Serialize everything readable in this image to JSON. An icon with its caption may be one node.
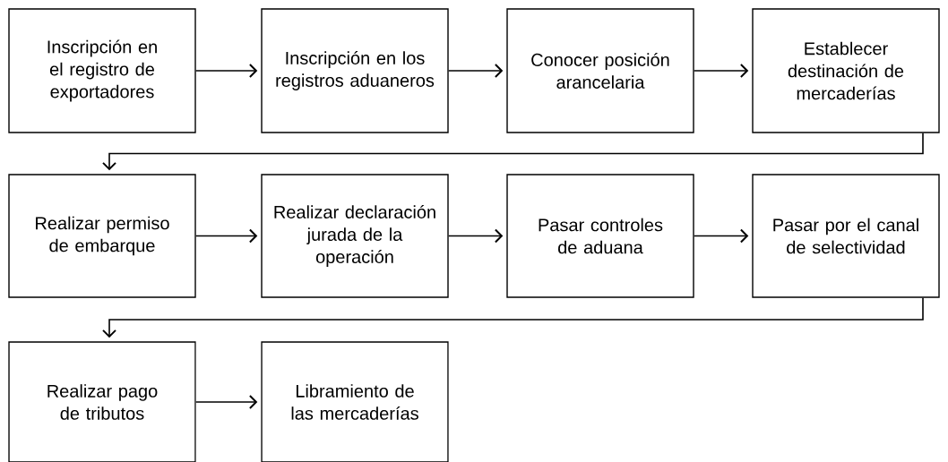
{
  "diagram": {
    "nodes": [
      {
        "text": [
          "Inscripción en el registro de exportadores"
        ]
      },
      {
        "text": [
          "Inscripción en los registros aduaneros"
        ]
      },
      {
        "text": [
          "Conocer posición arancelaria"
        ]
      },
      {
        "text": [
          "Establecer destinación de mercaderías"
        ]
      },
      {
        "text": [
          "Realizar permiso de embarque"
        ]
      },
      {
        "text": [
          "Realizar declaración jurada de la operación"
        ]
      },
      {
        "text": [
          "Pasar controles de aduana"
        ]
      },
      {
        "text": [
          "Pasar por el canal de selectividad"
        ]
      },
      {
        "text": [
          "Realizar pago de tributos"
        ]
      },
      {
        "text": [
          "Libramiento de las mercaderías"
        ]
      }
    ],
    "edges": [
      {
        "from": 0,
        "to": 1,
        "arrow": "to"
      },
      {
        "from": 1,
        "to": 2,
        "arrow": "to"
      },
      {
        "from": 2,
        "to": 3,
        "arrow": "to"
      },
      {
        "from": 3,
        "to": 4,
        "arrow": "to"
      },
      {
        "from": 4,
        "to": 5,
        "arrow": "to"
      },
      {
        "from": 5,
        "to": 6,
        "arrow": "to"
      },
      {
        "from": 6,
        "to": 7,
        "arrow": "to"
      },
      {
        "from": 7,
        "to": 8,
        "arrow": "to"
      },
      {
        "from": 8,
        "to": 9,
        "arrow": "to"
      }
    ]
  }
}
